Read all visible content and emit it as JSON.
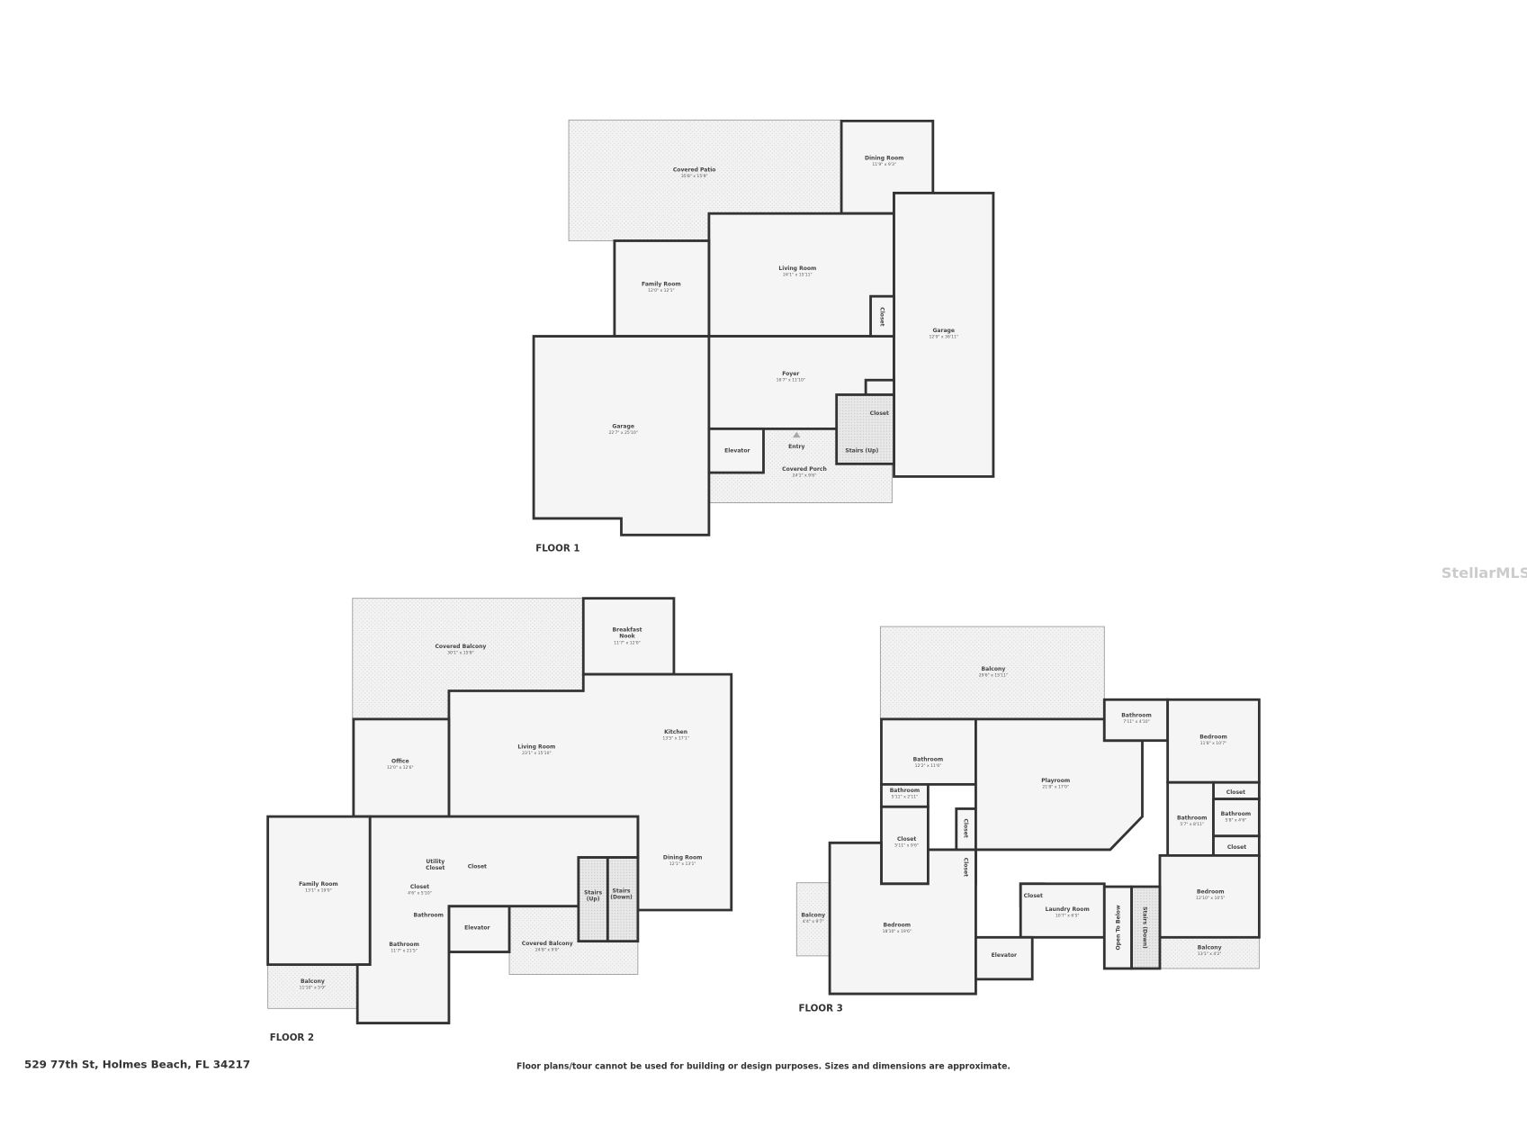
{
  "floors": [
    {
      "label": "FLOOR 1",
      "rooms": [
        {
          "name": "Covered Patio",
          "dims": "35'8\" x 15'9\""
        },
        {
          "name": "Dining Room",
          "dims": "11'9\" x 9'3\""
        },
        {
          "name": "Living Room",
          "dims": "24'1\" x 15'11\""
        },
        {
          "name": "Family Room",
          "dims": "12'0\" x 12'1\""
        },
        {
          "name": "Garage",
          "dims": "22'7\" x 25'10\""
        },
        {
          "name": "Foyer",
          "dims": "16'7\" x 11'10\""
        },
        {
          "name": "Garage",
          "dims": "12'9\" x 36'11\""
        },
        {
          "name": "Closet",
          "dims": ""
        },
        {
          "name": "Closet",
          "dims": ""
        },
        {
          "name": "Stairs (Up)",
          "dims": ""
        },
        {
          "name": "Elevator",
          "dims": ""
        },
        {
          "name": "Entry",
          "dims": ""
        },
        {
          "name": "Covered Porch",
          "dims": "24'1\" x 9'6\""
        }
      ]
    },
    {
      "label": "FLOOR 2",
      "rooms": [
        {
          "name": "Covered Balcony",
          "dims": "30'1\" x 15'8\""
        },
        {
          "name": "Breakfast Nook",
          "dims": "11'7\" x 12'0\""
        },
        {
          "name": "Kitchen",
          "dims": "13'5\" x 17'1\""
        },
        {
          "name": "Living Room",
          "dims": "23'1\" x 15'10\""
        },
        {
          "name": "Office",
          "dims": "12'0\" x 12'6\""
        },
        {
          "name": "Family Room",
          "dims": "13'1\" x 19'0\""
        },
        {
          "name": "Balcony",
          "dims": "11'10\" x 5'9\""
        },
        {
          "name": "Utility Closet",
          "dims": ""
        },
        {
          "name": "Closet",
          "dims": ""
        },
        {
          "name": "Closet",
          "dims": "4'6\" x 5'10\""
        },
        {
          "name": "Bathroom",
          "dims": ""
        },
        {
          "name": "Elevator",
          "dims": ""
        },
        {
          "name": "Bathroom",
          "dims": "11'7\" x 21'5\""
        },
        {
          "name": "Stairs (Up)",
          "dims": ""
        },
        {
          "name": "Stairs (Down)",
          "dims": ""
        },
        {
          "name": "Dining Room",
          "dims": "12'1\" x 13'1\""
        },
        {
          "name": "Covered Balcony",
          "dims": "24'8\" x 9'0\""
        }
      ]
    },
    {
      "label": "FLOOR 3",
      "rooms": [
        {
          "name": "Balcony",
          "dims": "29'6\" x 15'11\""
        },
        {
          "name": "Bathroom",
          "dims": "12'2\" x 11'6\""
        },
        {
          "name": "Bathroom",
          "dims": "5'11\" x 2'11\""
        },
        {
          "name": "Closet",
          "dims": "5'11\" x 9'6\""
        },
        {
          "name": "Closet",
          "dims": ""
        },
        {
          "name": "Closet",
          "dims": ""
        },
        {
          "name": "Playroom",
          "dims": "21'8\" x 17'0\""
        },
        {
          "name": "Bathroom",
          "dims": "7'11\" x 4'10\""
        },
        {
          "name": "Bedroom",
          "dims": "11'8\" x 10'7\""
        },
        {
          "name": "Closet",
          "dims": ""
        },
        {
          "name": "Bathroom",
          "dims": "5'7\" x 8'11\""
        },
        {
          "name": "Bathroom",
          "dims": "5'8\" x 4'6\""
        },
        {
          "name": "Closet",
          "dims": ""
        },
        {
          "name": "Bedroom",
          "dims": "12'10\" x 10'5\""
        },
        {
          "name": "Balcony",
          "dims": "13'1\" x 4'2\""
        },
        {
          "name": "Bedroom",
          "dims": "18'10\" x 19'6\""
        },
        {
          "name": "Balcony",
          "dims": "4'4\" x 9'7\""
        },
        {
          "name": "Closet",
          "dims": ""
        },
        {
          "name": "Laundry Room",
          "dims": "10'7\" x 6'5\""
        },
        {
          "name": "Elevator",
          "dims": ""
        },
        {
          "name": "Open To Below",
          "dims": ""
        },
        {
          "name": "Stairs (Down)",
          "dims": ""
        }
      ]
    }
  ],
  "footer": {
    "address": "529 77th St, Holmes Beach, FL 34217",
    "disclaimer": "Floor plans/tour cannot be used for building or design purposes. Sizes and dimensions are approximate."
  },
  "watermark": "StellarMLS"
}
